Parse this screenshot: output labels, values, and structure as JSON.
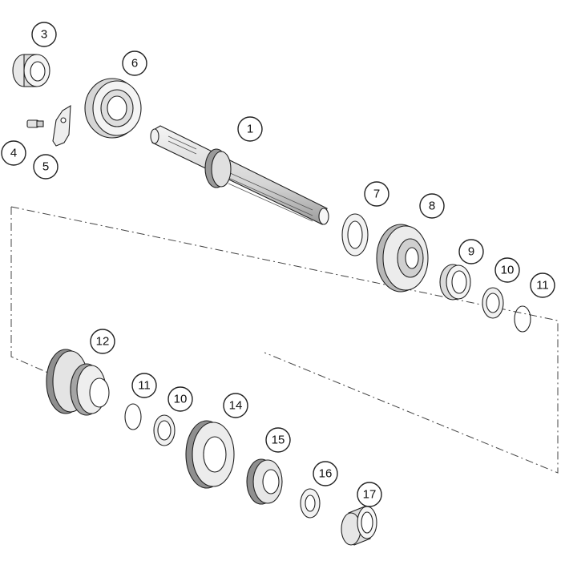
{
  "callouts": [
    {
      "id": "c1",
      "label": "1"
    },
    {
      "id": "c2",
      "label": "3"
    },
    {
      "id": "c3",
      "label": "4"
    },
    {
      "id": "c4",
      "label": "5"
    },
    {
      "id": "c5",
      "label": "6"
    },
    {
      "id": "c6",
      "label": "7"
    },
    {
      "id": "c7",
      "label": "8"
    },
    {
      "id": "c8",
      "label": "9"
    },
    {
      "id": "c9",
      "label": "10"
    },
    {
      "id": "c10",
      "label": "11"
    },
    {
      "id": "c11",
      "label": "12"
    },
    {
      "id": "c12",
      "label": "11"
    },
    {
      "id": "c13",
      "label": "10"
    },
    {
      "id": "c14",
      "label": "14"
    },
    {
      "id": "c15",
      "label": "15"
    },
    {
      "id": "c16",
      "label": "16"
    },
    {
      "id": "c17",
      "label": "17"
    }
  ],
  "colors": {
    "line": "#222222",
    "part_light": "#f2f2f2",
    "part_mid": "#cfcfcf",
    "part_dark": "#8a8a8a",
    "background": "#ffffff"
  }
}
